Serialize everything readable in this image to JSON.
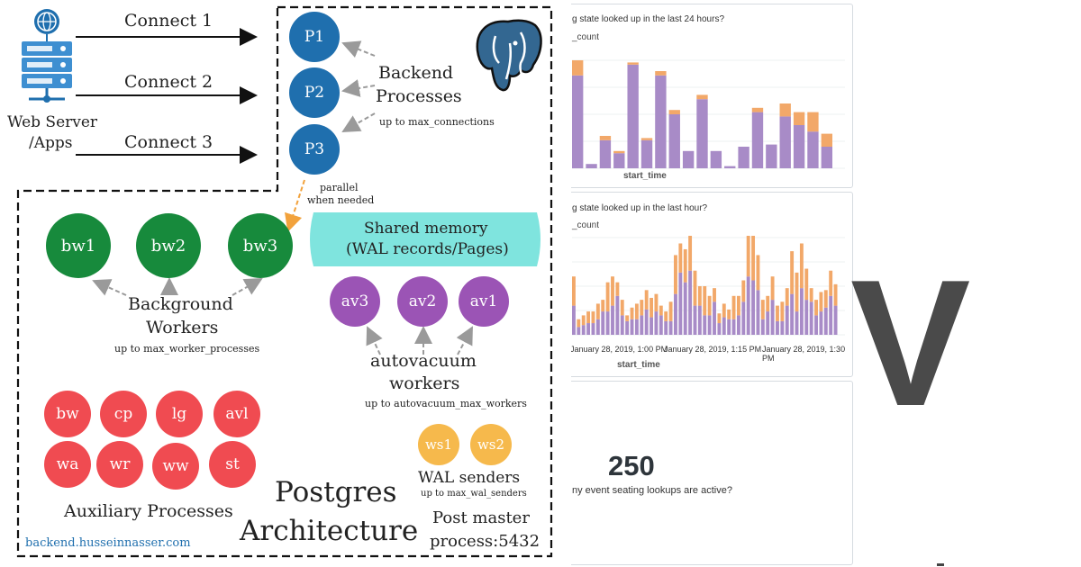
{
  "diagram": {
    "client": {
      "label_line1": "Web Server",
      "label_line2": "/Apps"
    },
    "connections": [
      "Connect 1",
      "Connect 2",
      "Connect 3"
    ],
    "backend": {
      "processes": [
        "P1",
        "P2",
        "P3"
      ],
      "title_line1": "Backend",
      "title_line2": "Processes",
      "note": "up to max_connections",
      "parallel_line1": "parallel",
      "parallel_line2": "when needed"
    },
    "background_workers": {
      "nodes": [
        "bw1",
        "bw2",
        "bw3"
      ],
      "title_line1": "Background",
      "title_line2": "Workers",
      "note": "up to max_worker_processes"
    },
    "shared_memory": {
      "line1": "Shared memory",
      "line2": "(WAL records/Pages)"
    },
    "autovacuum": {
      "nodes": [
        "av3",
        "av2",
        "av1"
      ],
      "title_line1": "autovacuum",
      "title_line2": "workers",
      "note": "up to autovacuum_max_workers"
    },
    "auxiliary": {
      "row1": [
        "bw",
        "cp",
        "lg",
        "avl"
      ],
      "row2": [
        "wa",
        "wr",
        "ww",
        "st"
      ],
      "title": "Auxiliary Processes"
    },
    "wal_senders": {
      "nodes": [
        "ws1",
        "ws2"
      ],
      "title": "WAL senders",
      "note": "up to max_wal_senders"
    },
    "title_line1": "Postgres",
    "title_line2": "Architecture",
    "postmaster_line1": "Post master",
    "postmaster_line2": "process:5432",
    "website": "backend.husseinnasser.com"
  },
  "dashboard": {
    "panel1": {
      "title": "g state looked up in the last 24 hours?",
      "stat": "_count",
      "xlabel": "start_time"
    },
    "panel2": {
      "title": "g state looked up in the last hour?",
      "stat": "_count",
      "xlabel": "start_time",
      "ticks": [
        "January 28, 2019, 1:00 PM",
        "January 28, 2019, 1:15 PM",
        "January 28, 2019, 1:30 PM"
      ]
    },
    "panel3": {
      "value": "250",
      "caption": "ny event seating lookups are active?"
    },
    "big_letter": "V",
    "colors": {
      "purple": "#a88bc7",
      "orange": "#f2a869"
    }
  },
  "chart_data": [
    {
      "type": "bar",
      "title": "",
      "xlabel": "start_time",
      "series": [
        {
          "name": "",
          "values": [
            86,
            4,
            26,
            14,
            96,
            26,
            86,
            50,
            16,
            64,
            16,
            2,
            20,
            52,
            22,
            48,
            40,
            34,
            20
          ]
        },
        {
          "name": "",
          "values": [
            14,
            0,
            4,
            2,
            2,
            2,
            4,
            4,
            0,
            4,
            0,
            0,
            0,
            4,
            0,
            12,
            12,
            18,
            12
          ]
        }
      ]
    },
    {
      "type": "bar",
      "title": "",
      "xlabel": "start_time",
      "x_ticks": [
        "January 28, 2019, 1:00 PM",
        "January 28, 2019, 1:15 PM",
        "January 28, 2019, 1:30 PM"
      ],
      "series": [
        {
          "name": "",
          "values": [
            30,
            8,
            10,
            12,
            12,
            16,
            24,
            24,
            30,
            40,
            20,
            14,
            16,
            16,
            20,
            26,
            18,
            24,
            20,
            14,
            14,
            42,
            64,
            54,
            66,
            30,
            30,
            20,
            20,
            34,
            12,
            18,
            16,
            16,
            20,
            34,
            60,
            56,
            46,
            16,
            24,
            36,
            14,
            14,
            30,
            42,
            24,
            48,
            36,
            34,
            20,
            24,
            28,
            40,
            30
          ]
        },
        {
          "name": "",
          "values": [
            30,
            8,
            10,
            12,
            12,
            16,
            12,
            30,
            30,
            14,
            16,
            6,
            12,
            16,
            16,
            20,
            20,
            18,
            10,
            10,
            20,
            40,
            30,
            34,
            52,
            36,
            20,
            30,
            20,
            14,
            10,
            14,
            10,
            24,
            20,
            22,
            52,
            46,
            36,
            20,
            16,
            24,
            16,
            20,
            18,
            44,
            40,
            46,
            32,
            14,
            16,
            20,
            18,
            26,
            22
          ]
        }
      ]
    }
  ]
}
